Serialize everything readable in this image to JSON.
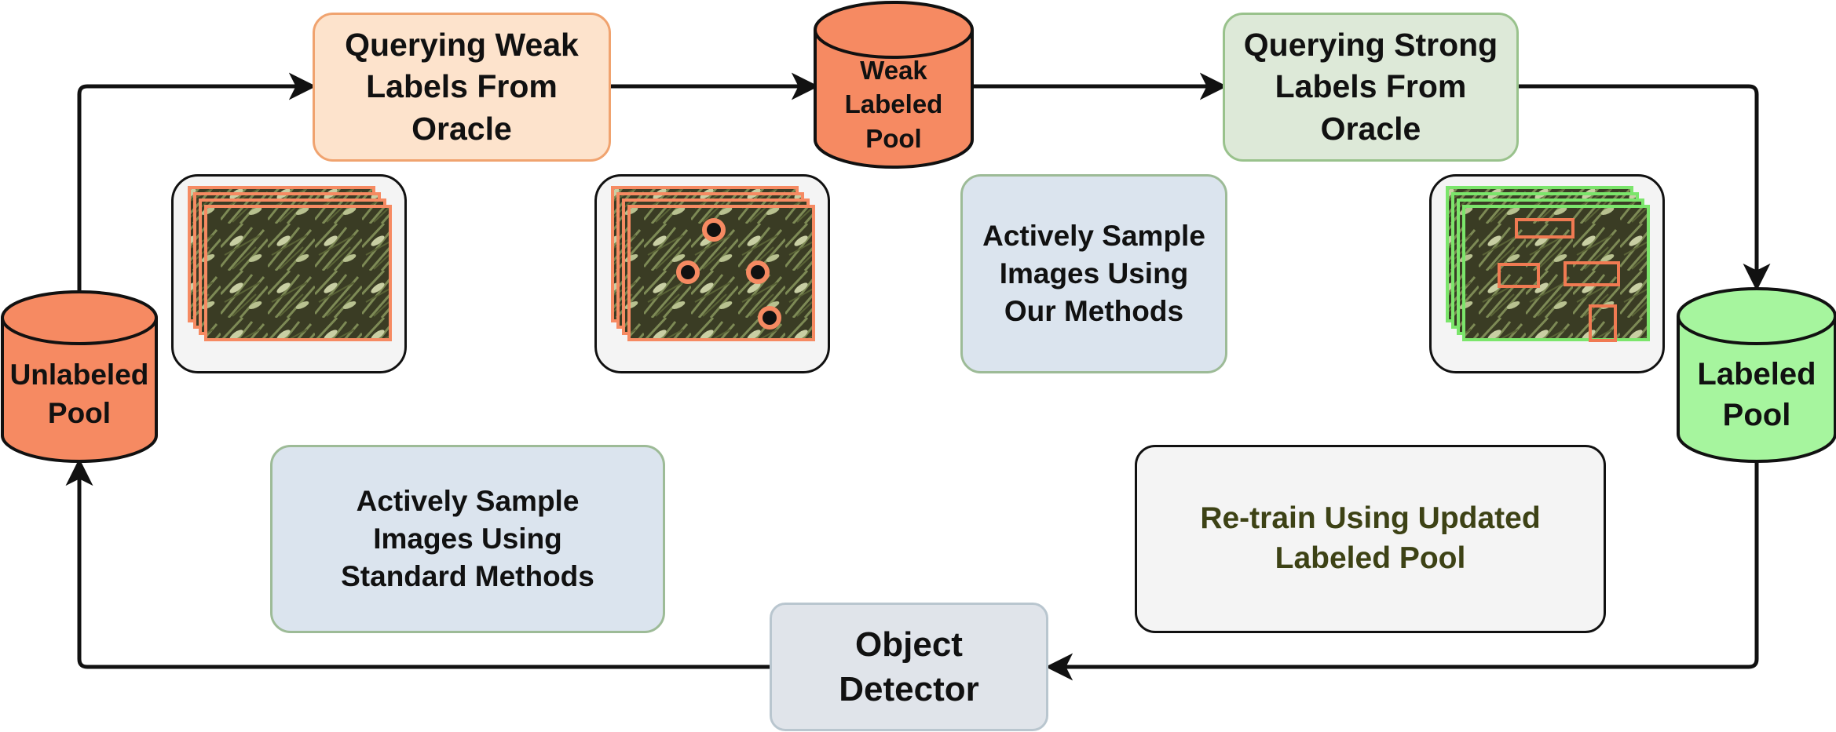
{
  "nodes": {
    "unlabeled_pool": "Unlabeled\nPool",
    "weak_labeled_pool": "Weak\nLabeled\nPool",
    "labeled_pool": "Labeled\nPool",
    "query_weak": "Querying Weak\nLabels From\nOracle",
    "query_strong": "Querying Strong\nLabels From\nOracle",
    "sample_ours": "Actively Sample\nImages Using\nOur Methods",
    "sample_standard": "Actively Sample\nImages Using\nStandard Methods",
    "retrain": "Re-train Using Updated\nLabeled Pool",
    "object_detector": "Object\nDetector"
  },
  "colors": {
    "orange_pool": "#f68a62",
    "green_pool": "#a6f59e",
    "weak_box_fill": "#fde3cc",
    "weak_box_border": "#f0a36f",
    "strong_box_fill": "#dde9d8",
    "strong_box_border": "#99c28c",
    "blue_box_fill": "#dbe4ee",
    "blue_box_border": "#9dbb97",
    "retrain_text": "#3d4215",
    "detector_fill": "#e0e4ea"
  }
}
